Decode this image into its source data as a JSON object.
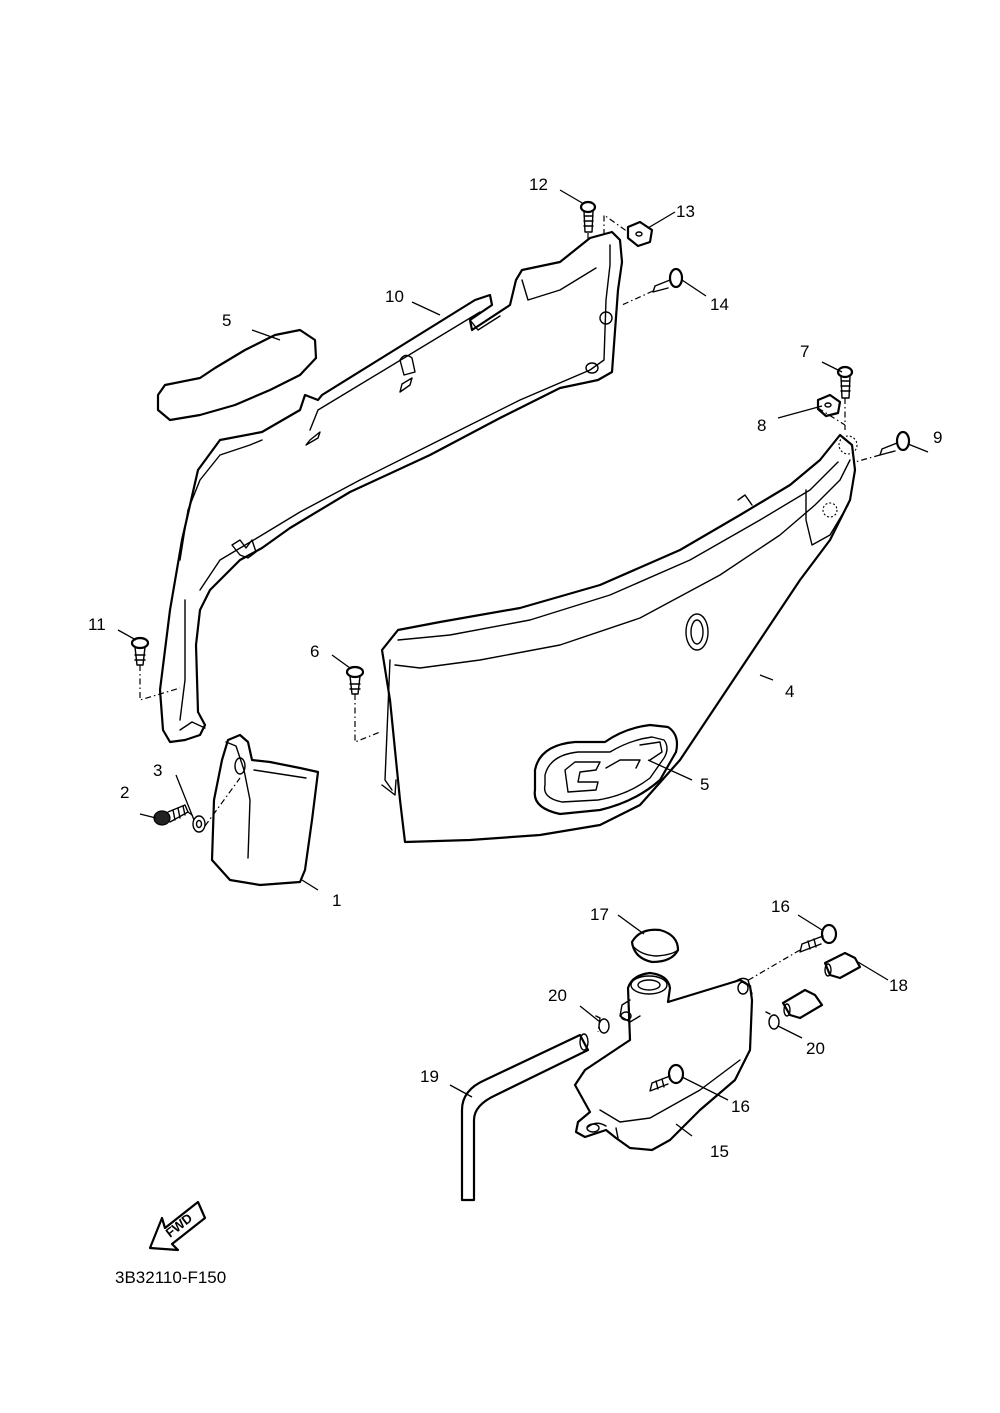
{
  "callouts": {
    "c1": "1",
    "c2": "2",
    "c3": "3",
    "c4": "4",
    "c5a": "5",
    "c5b": "5",
    "c6": "6",
    "c7": "7",
    "c8": "8",
    "c9": "9",
    "c10": "10",
    "c11": "11",
    "c12": "12",
    "c13": "13",
    "c14": "14",
    "c15": "15",
    "c16a": "16",
    "c16b": "16",
    "c17": "17",
    "c18": "18",
    "c19": "19",
    "c20a": "20",
    "c20b": "20"
  },
  "fwd_label": "FWD",
  "diagram_code": "3B32110-F150"
}
